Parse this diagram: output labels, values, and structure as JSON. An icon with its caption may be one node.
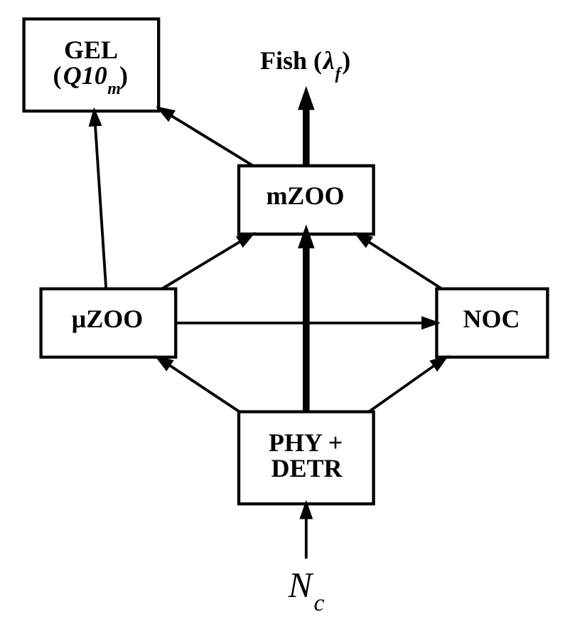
{
  "diagram": {
    "nodes": [
      {
        "text": [
          "Fish (*λ$_{f}$*)"
        ]
      },
      {
        "text": [
          "GEL",
          "(*Q10$_{m}$*)"
        ]
      },
      {
        "text": [
          "mZOO"
        ]
      },
      {
        "text": [
          "μZOO"
        ]
      },
      {
        "text": [
          "NOC"
        ]
      },
      {
        "text": [
          "PHY + DETR"
        ]
      },
      {
        "text": [
          "N$_{c}$"
        ]
      }
    ],
    "edges": [
      {
        "from": 2,
        "to": 1,
        "arrow": "to"
      },
      {
        "from": 2,
        "to": 0,
        "arrow": "to",
        "style": "thick"
      },
      {
        "from": 3,
        "to": 1,
        "arrow": "to"
      },
      {
        "from": 3,
        "to": 2,
        "arrow": "to"
      },
      {
        "from": 3,
        "to": 4,
        "arrow": "to"
      },
      {
        "from": 4,
        "to": 2,
        "arrow": "to"
      },
      {
        "from": 5,
        "to": 3,
        "arrow": "to"
      },
      {
        "from": 5,
        "to": 2,
        "arrow": "to",
        "style": "thick"
      },
      {
        "from": 5,
        "to": 4,
        "arrow": "to"
      },
      {
        "from": 6,
        "to": 5,
        "arrow": "to"
      }
    ]
  }
}
